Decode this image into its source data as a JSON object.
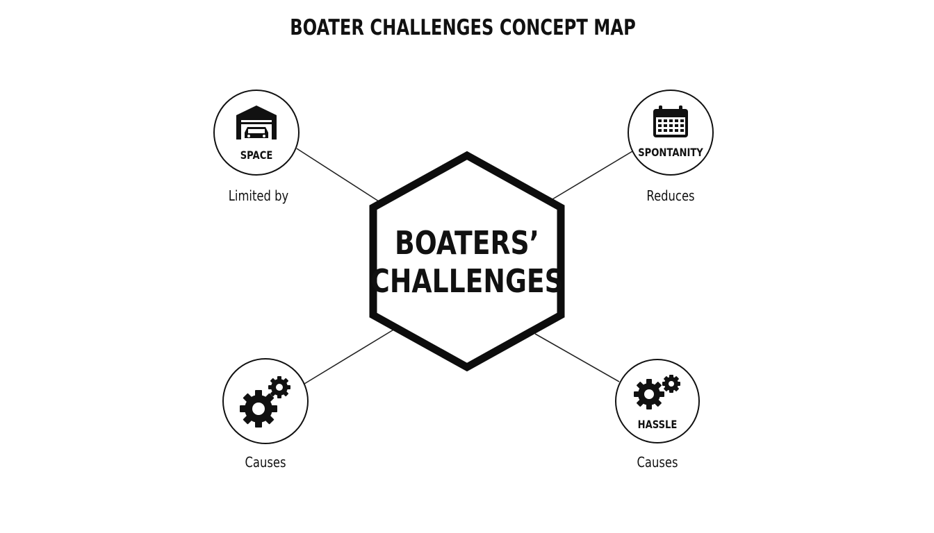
{
  "title": "BOATER CHALLENGES CONCEPT MAP",
  "center": {
    "line1": "BOATERS’",
    "line2": "CHALLENGES"
  },
  "nodes": {
    "space": {
      "label": "SPACE",
      "icon": "garage-car-icon",
      "caption": "Limited by"
    },
    "spontanity": {
      "label": "SPONTANITY",
      "icon": "calendar-icon",
      "caption": "Reduces"
    },
    "gears_left": {
      "label": "",
      "icon": "gears-icon",
      "caption": "Causes"
    },
    "hassle": {
      "label": "HASSLE",
      "icon": "gears-icon",
      "caption": "Causes"
    }
  },
  "colors": {
    "ink": "#111111",
    "background": "#ffffff"
  }
}
